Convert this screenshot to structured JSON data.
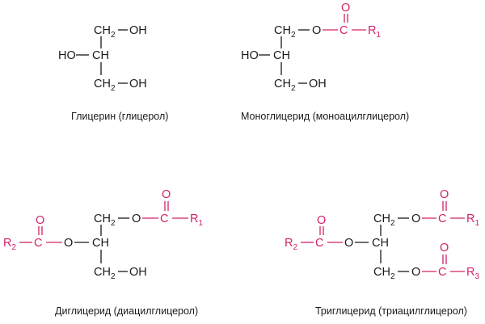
{
  "atoms": {
    "ch2": "CH",
    "ch": "CH",
    "ho": "HO",
    "oh": "OH",
    "o": "O",
    "c": "C",
    "r": "R",
    "sub2": "2",
    "r1": "1",
    "r2": "2",
    "r3": "3"
  },
  "captions": {
    "glycerol": "Глицерин (глицерол)",
    "monoglyceride": "Моноглицерид (моноацилглицерол)",
    "diglyceride": "Диглицерид  (диацилглицерол)",
    "triglyceride": "Триглицерид (триацилглицерол)"
  },
  "colors": {
    "backbone": "#1a1a1a",
    "acyl": "#d2246a"
  }
}
